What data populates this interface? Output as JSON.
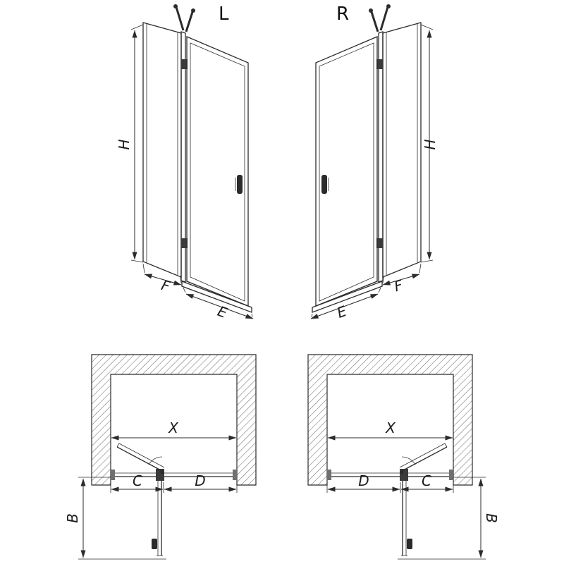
{
  "colors": {
    "ink": "#2b2b2b",
    "background": "#ffffff"
  },
  "iso_left": {
    "variant": "L",
    "height": "H",
    "fixed_width": "F",
    "door_width": "E"
  },
  "iso_right": {
    "variant": "R",
    "height": "H",
    "fixed_width": "F",
    "door_width": "E"
  },
  "plan_left": {
    "opening": "X",
    "hinge_segment": "C",
    "fixed_segment": "D",
    "depth": "B"
  },
  "plan_right": {
    "opening": "X",
    "hinge_segment": "C",
    "fixed_segment": "D",
    "depth": "B"
  }
}
